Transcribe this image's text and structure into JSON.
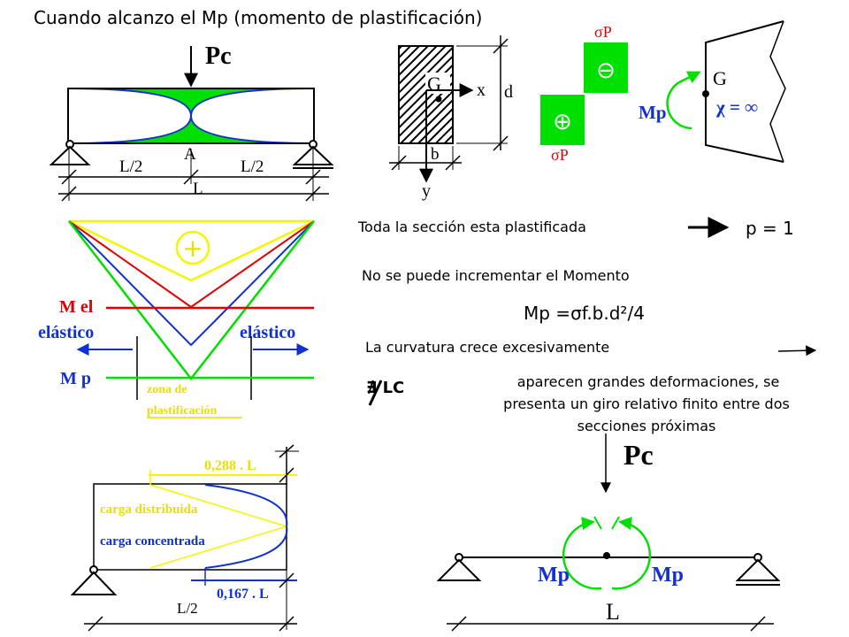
{
  "title": "Cuando alcanzo el Mp (momento de plastificación)",
  "beam1": {
    "load": "Pc",
    "point": "A",
    "half_left": "L/2",
    "half_right": "L/2",
    "span": "L"
  },
  "section": {
    "centroid": "G",
    "x_axis": "x",
    "y_axis": "y",
    "depth": "d",
    "width": "b"
  },
  "stress": {
    "sigma_top": "σP",
    "sigma_bottom": "σP",
    "sign_top": "⊖",
    "sign_bottom": "⊕"
  },
  "curvature": {
    "centroid": "G",
    "moment": "Mp",
    "chi": "χ = ∞"
  },
  "moment_diagram": {
    "plus": "+",
    "m_el": "M el",
    "elastic_left": "elástico",
    "elastic_right": "elástico",
    "m_p": "M p",
    "zone_line1": "zona de",
    "zone_line2": "plastificación"
  },
  "statements": {
    "fully_plastic": "Toda la sección esta plastificada",
    "p_value": "p = 1",
    "no_increase": "No se puede incrementar el Momento",
    "mp_formula": "Mp =σf.b.d²/4",
    "curvature_grows": "La curvatura crece excesivamente",
    "lc_marker": "∄ LC",
    "deformations_1": "aparecen grandes deformaciones, se",
    "deformations_2": "presenta un giro relativo finito entre dos",
    "deformations_3": "secciones próximas"
  },
  "zone_length": {
    "dim_top": "0,288 . L",
    "dist_label": "carga distribuida",
    "conc_label": "carga concentrada",
    "dim_bottom": "0,167 . L",
    "half": "L/2"
  },
  "hinge": {
    "load": "Pc",
    "mp_left": "Mp",
    "mp_right": "Mp",
    "span": "L"
  },
  "colors": {
    "green": "#00e000",
    "blue": "#1030d0",
    "red": "#e00000",
    "yellow": "#f5f500",
    "text_yellow": "#e8e000"
  }
}
